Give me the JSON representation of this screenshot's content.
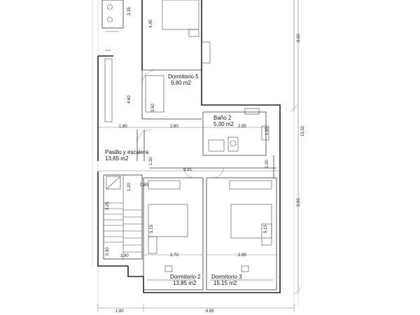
{
  "rooms": {
    "dormitorio5": {
      "name": "Dormitorio 5",
      "area": "9,80 m2"
    },
    "bano2": {
      "name": "Baño 2",
      "area": "5,30 m2"
    },
    "pasillo": {
      "name": "Pasillo y escalera",
      "area": "13,65 m2"
    },
    "dormitorio2": {
      "name": "Dormitorio 2",
      "area": "13,85 m2"
    },
    "dormitorio3": {
      "name": "Dormitorio 3",
      "area": "15,15 m2"
    }
  },
  "dimensions": {
    "top_3_35": "3.35",
    "top_4_45": "4.45",
    "right_6_50": "6.50",
    "right_15_50": "15.50",
    "right_9_00": "9.00",
    "left_4_60": "4.60",
    "d5_3_50": "3.50",
    "row_1_80": "1.80",
    "row_2_80": "2.80",
    "row_2_95": "2.95",
    "bath_1_85": "1.85",
    "hall_1_30": "1.30",
    "hall_9_05": "9.05",
    "hall_1_00": "1.00",
    "stair_1_20": "1.20",
    "stair_0_80": "0.80",
    "stair_3_25": "3.25",
    "stair_0_90": "0.90",
    "stair_1_90": "1.90",
    "d2_5_15": "5.15",
    "d3_5_15": "5.15",
    "d2_2_70": "2.70",
    "d3_2_95": "2.95",
    "bottom_1_80": "1.80",
    "bottom_6_85": "6.85"
  }
}
